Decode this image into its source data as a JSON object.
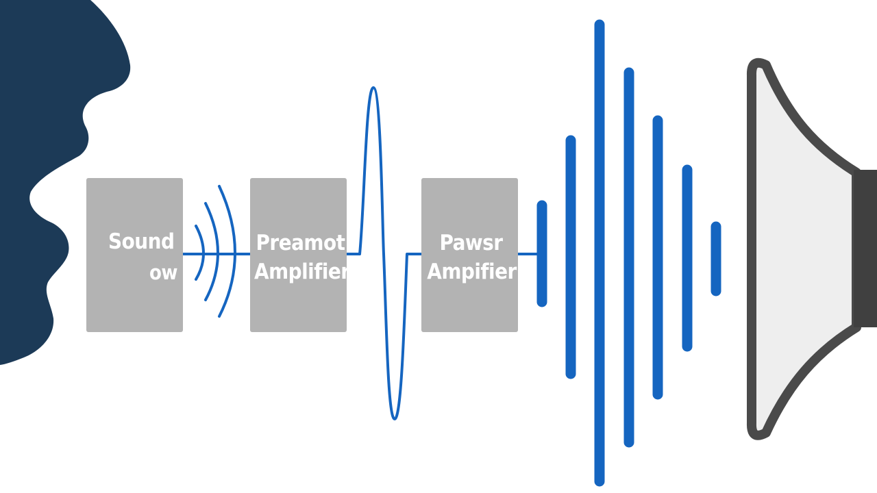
{
  "blocks": {
    "source": {
      "line1": "Sound",
      "line2": "ow"
    },
    "preamp": {
      "line1": "Preamot",
      "line2": "Amplifier"
    },
    "power": {
      "line1": "Pawsr",
      "line2": "Ampifier"
    }
  },
  "colors": {
    "face": "#1c3a57",
    "block": "#b3b3b3",
    "signal": "#1565c0",
    "speaker_outline": "#4a4a4a",
    "speaker_fill": "#eeeeee"
  },
  "icons": [
    "head-silhouette-icon",
    "sound-wave-arcs-icon",
    "speaker-icon"
  ]
}
